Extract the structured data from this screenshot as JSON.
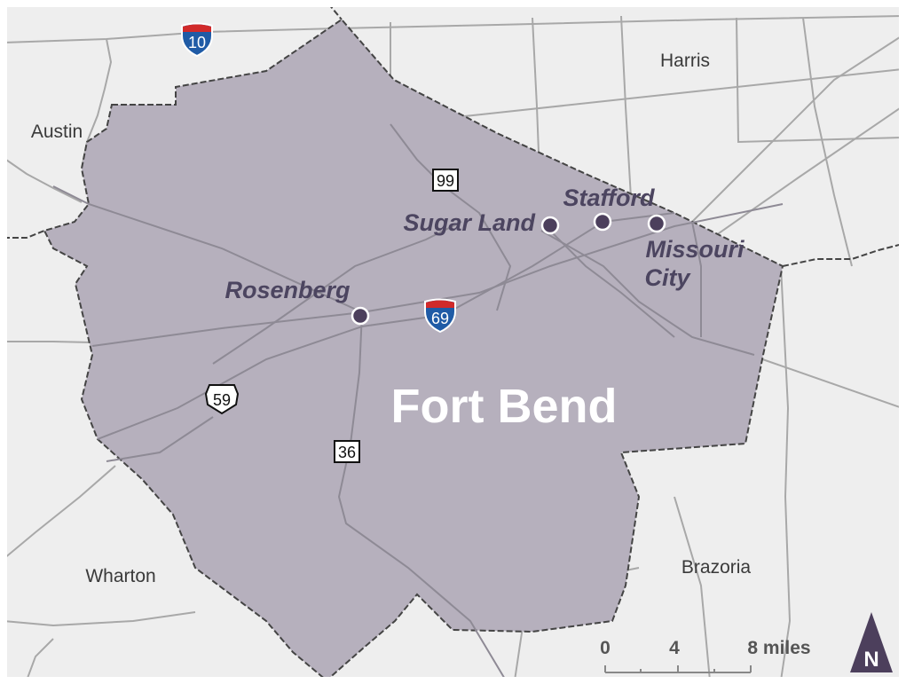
{
  "map": {
    "title": "Fort Bend",
    "county_labels": {
      "harris": "Harris",
      "austin": "Austin",
      "wharton": "Wharton",
      "brazoria": "Brazoria"
    },
    "cities": {
      "sugar_land": "Sugar Land",
      "stafford": "Stafford",
      "missouri_city_line1": "Missouri",
      "missouri_city_line2": "City",
      "rosenberg": "Rosenberg"
    },
    "routes": {
      "i10": "10",
      "i69": "69",
      "us59": "59",
      "sh99": "99",
      "sh36": "36"
    },
    "scale_bar": {
      "tick_0": "0",
      "tick_4": "4",
      "tick_8": "8 miles"
    },
    "north_arrow": "N",
    "colors": {
      "county_fill": "#b6b0bd",
      "background": "#eeeeee",
      "roads": "#a8a8a8",
      "city_text": "#4c4560",
      "city_dot": "#4c3f5c",
      "north_arrow": "#4c3f5c",
      "interstate_blue": "#1f5ba6",
      "interstate_red": "#d12a2a"
    }
  }
}
